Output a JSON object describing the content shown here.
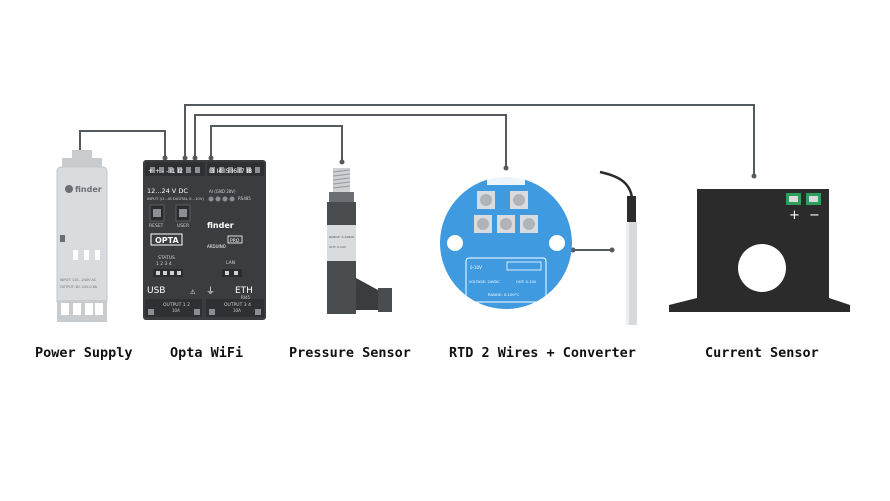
{
  "colors": {
    "wire": "#555a5e",
    "psu_body": "#d9dcde",
    "opta_body": "#3a3d40",
    "converter_blue": "#3f9ae0",
    "current_sensor": "#2b2b2b",
    "terminal_green": "#2f9e5b"
  },
  "labels": {
    "power_supply": "Power Supply",
    "opta": "Opta WiFi",
    "pressure": "Pressure Sensor",
    "rtd": "RTD 2 Wires + Converter",
    "current": "Current Sensor"
  },
  "power_supply": {
    "brand": "finder",
    "input_text": "INPUT: 110...240V AC",
    "output_text": "OUTPUT: DC 24V-0.6A"
  },
  "opta": {
    "top_terminals": "+  +  -  -  I1 I2",
    "top_terminals_right": "I3 I4 I5 I6 I7 I8",
    "supply": "12...24 V DC",
    "input_range": "INPUT (I1...I8 DIGITAL 0...10V)",
    "ai_text": "AI (GND 28V)",
    "rs485": "RS485",
    "reset": "RESET",
    "user": "USER",
    "model": "OPTA",
    "brand": "finder",
    "arduino": "ARDUINO",
    "pro": "PRO",
    "status": "STATUS",
    "status_nums": "1  2  3  4",
    "lan": "LAN",
    "usb": "USB",
    "eth": "ETH",
    "rj45": "RJ45",
    "output_left": "OUTPUT 1 2",
    "output_right": "OUTPUT 3 4",
    "rating": "10A"
  },
  "pressure": {
    "sticker_a": "RANGE: 0-10BAR",
    "sticker_b": "OUT: 0-10V"
  },
  "converter": {
    "range_out": "0-10V",
    "voltage": "VOLTAGE: 24VDC",
    "out": "OUT: 0-10V",
    "range": "RANGE: 0-100°C"
  },
  "current": {
    "plus": "+",
    "minus": "−"
  }
}
